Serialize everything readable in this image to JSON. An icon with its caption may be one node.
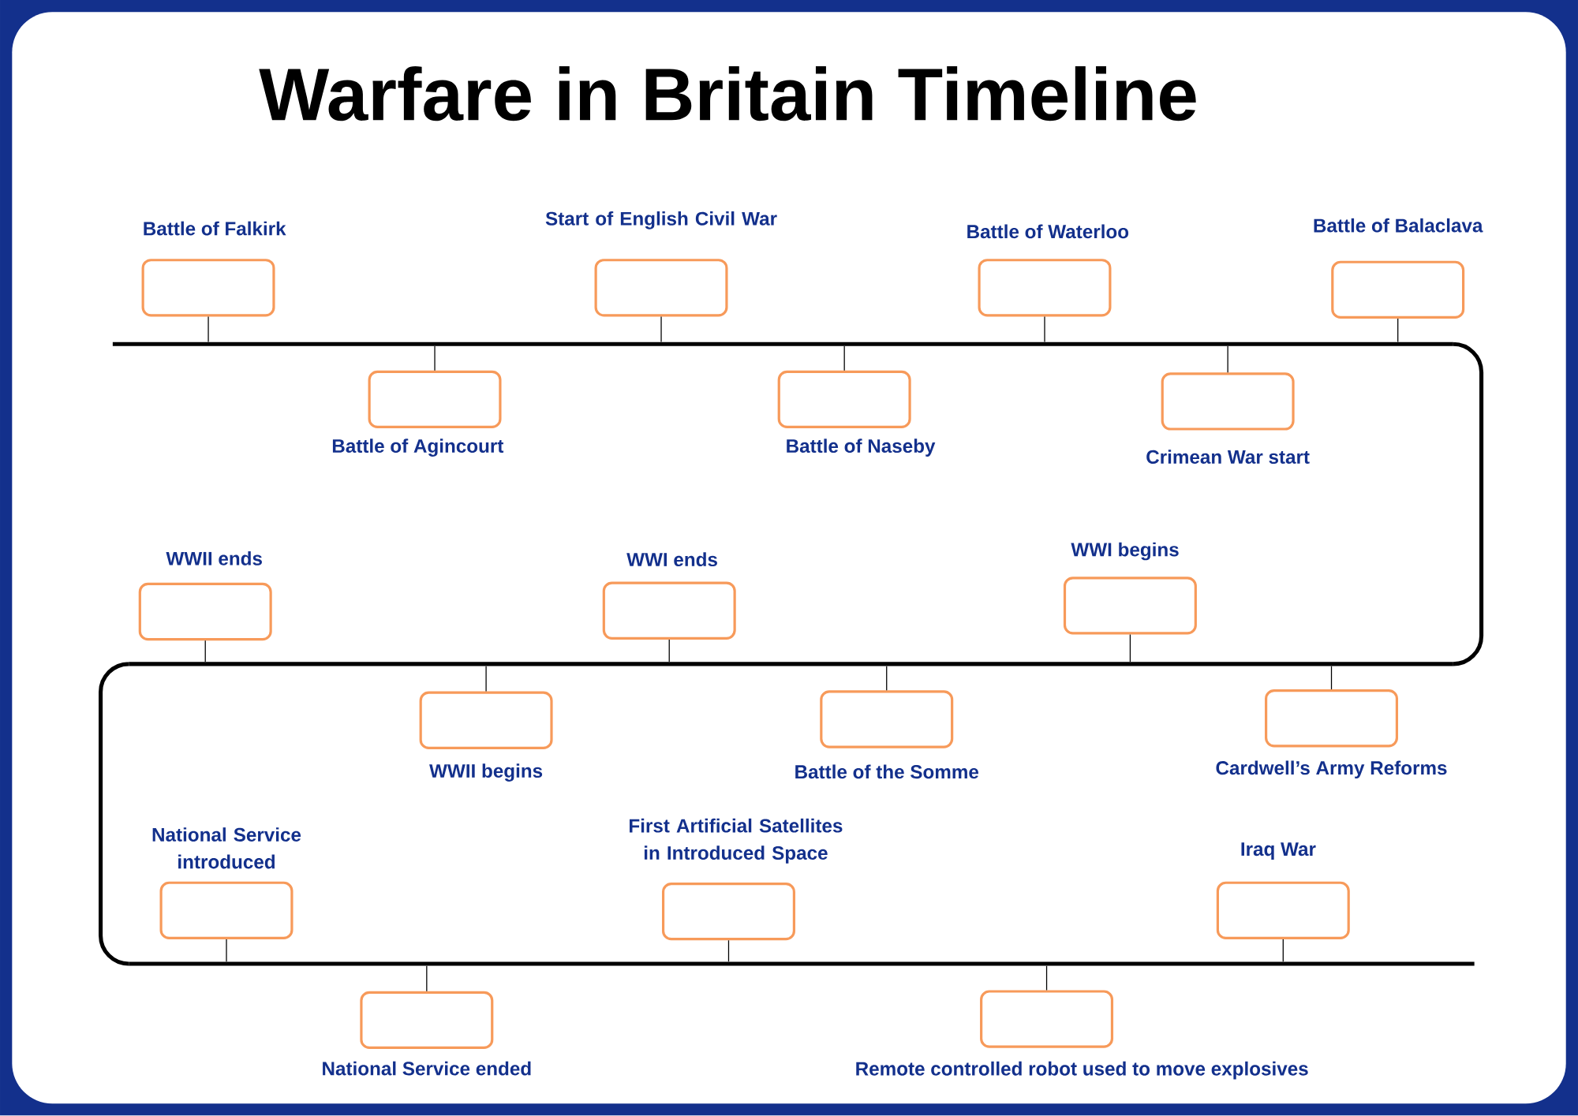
{
  "diagram": {
    "title": "Warfare in Britain Timeline",
    "nodes": [
      {
        "text": [
          "Battle of Falkirk"
        ]
      },
      {
        "text": [
          "Battle of Agincourt"
        ]
      },
      {
        "text": [
          "Start of English Civil War"
        ]
      },
      {
        "text": [
          "Battle of Naseby"
        ]
      },
      {
        "text": [
          "Battle of Waterloo"
        ]
      },
      {
        "text": [
          "Crimean War start"
        ]
      },
      {
        "text": [
          "Battle of Balaclava"
        ]
      },
      {
        "text": [
          "WWII ends"
        ]
      },
      {
        "text": [
          "WWI ends"
        ]
      },
      {
        "text": [
          "WWI begins"
        ]
      },
      {
        "text": [
          "WWII begins"
        ]
      },
      {
        "text": [
          "Battle of the Somme"
        ]
      },
      {
        "text": [
          "Cardwell’s Army Reforms"
        ]
      },
      {
        "text": [
          "National Service introduced"
        ]
      },
      {
        "text": [
          "First Artificial Satellites in Introduced Space"
        ]
      },
      {
        "text": [
          "Iraq War"
        ]
      },
      {
        "text": [
          "National Service ended"
        ]
      },
      {
        "text": [
          "Remote controlled robot used to move explosives"
        ]
      },
      {
        "text": [],
        "shape": "bar"
      },
      {
        "text": [],
        "shape": "bar"
      },
      {
        "text": [],
        "shape": "bar"
      }
    ],
    "edges": [
      {
        "from": 0,
        "to": 18,
        "arrow": "none"
      },
      {
        "from": 1,
        "to": 18,
        "arrow": "none"
      },
      {
        "from": 2,
        "to": 18,
        "arrow": "none"
      },
      {
        "from": 3,
        "to": 18,
        "arrow": "none"
      },
      {
        "from": 4,
        "to": 18,
        "arrow": "none"
      },
      {
        "from": 5,
        "to": 18,
        "arrow": "none"
      },
      {
        "from": 6,
        "to": 18,
        "arrow": "none"
      },
      {
        "from": 7,
        "to": 19,
        "arrow": "none"
      },
      {
        "from": 8,
        "to": 19,
        "arrow": "none"
      },
      {
        "from": 9,
        "to": 19,
        "arrow": "none"
      },
      {
        "from": 10,
        "to": 19,
        "arrow": "none"
      },
      {
        "from": 11,
        "to": 19,
        "arrow": "none"
      },
      {
        "from": 12,
        "to": 19,
        "arrow": "none"
      },
      {
        "from": 13,
        "to": 20,
        "arrow": "none"
      },
      {
        "from": 14,
        "to": 20,
        "arrow": "none"
      },
      {
        "from": 15,
        "to": 20,
        "arrow": "none"
      },
      {
        "from": 16,
        "to": 20,
        "arrow": "none"
      },
      {
        "from": 17,
        "to": 20,
        "arrow": "none"
      },
      {
        "from": 18,
        "to": 19,
        "arrow": "none",
        "style": "thick"
      },
      {
        "from": 19,
        "to": 20,
        "arrow": "none",
        "style": "thick"
      }
    ]
  }
}
